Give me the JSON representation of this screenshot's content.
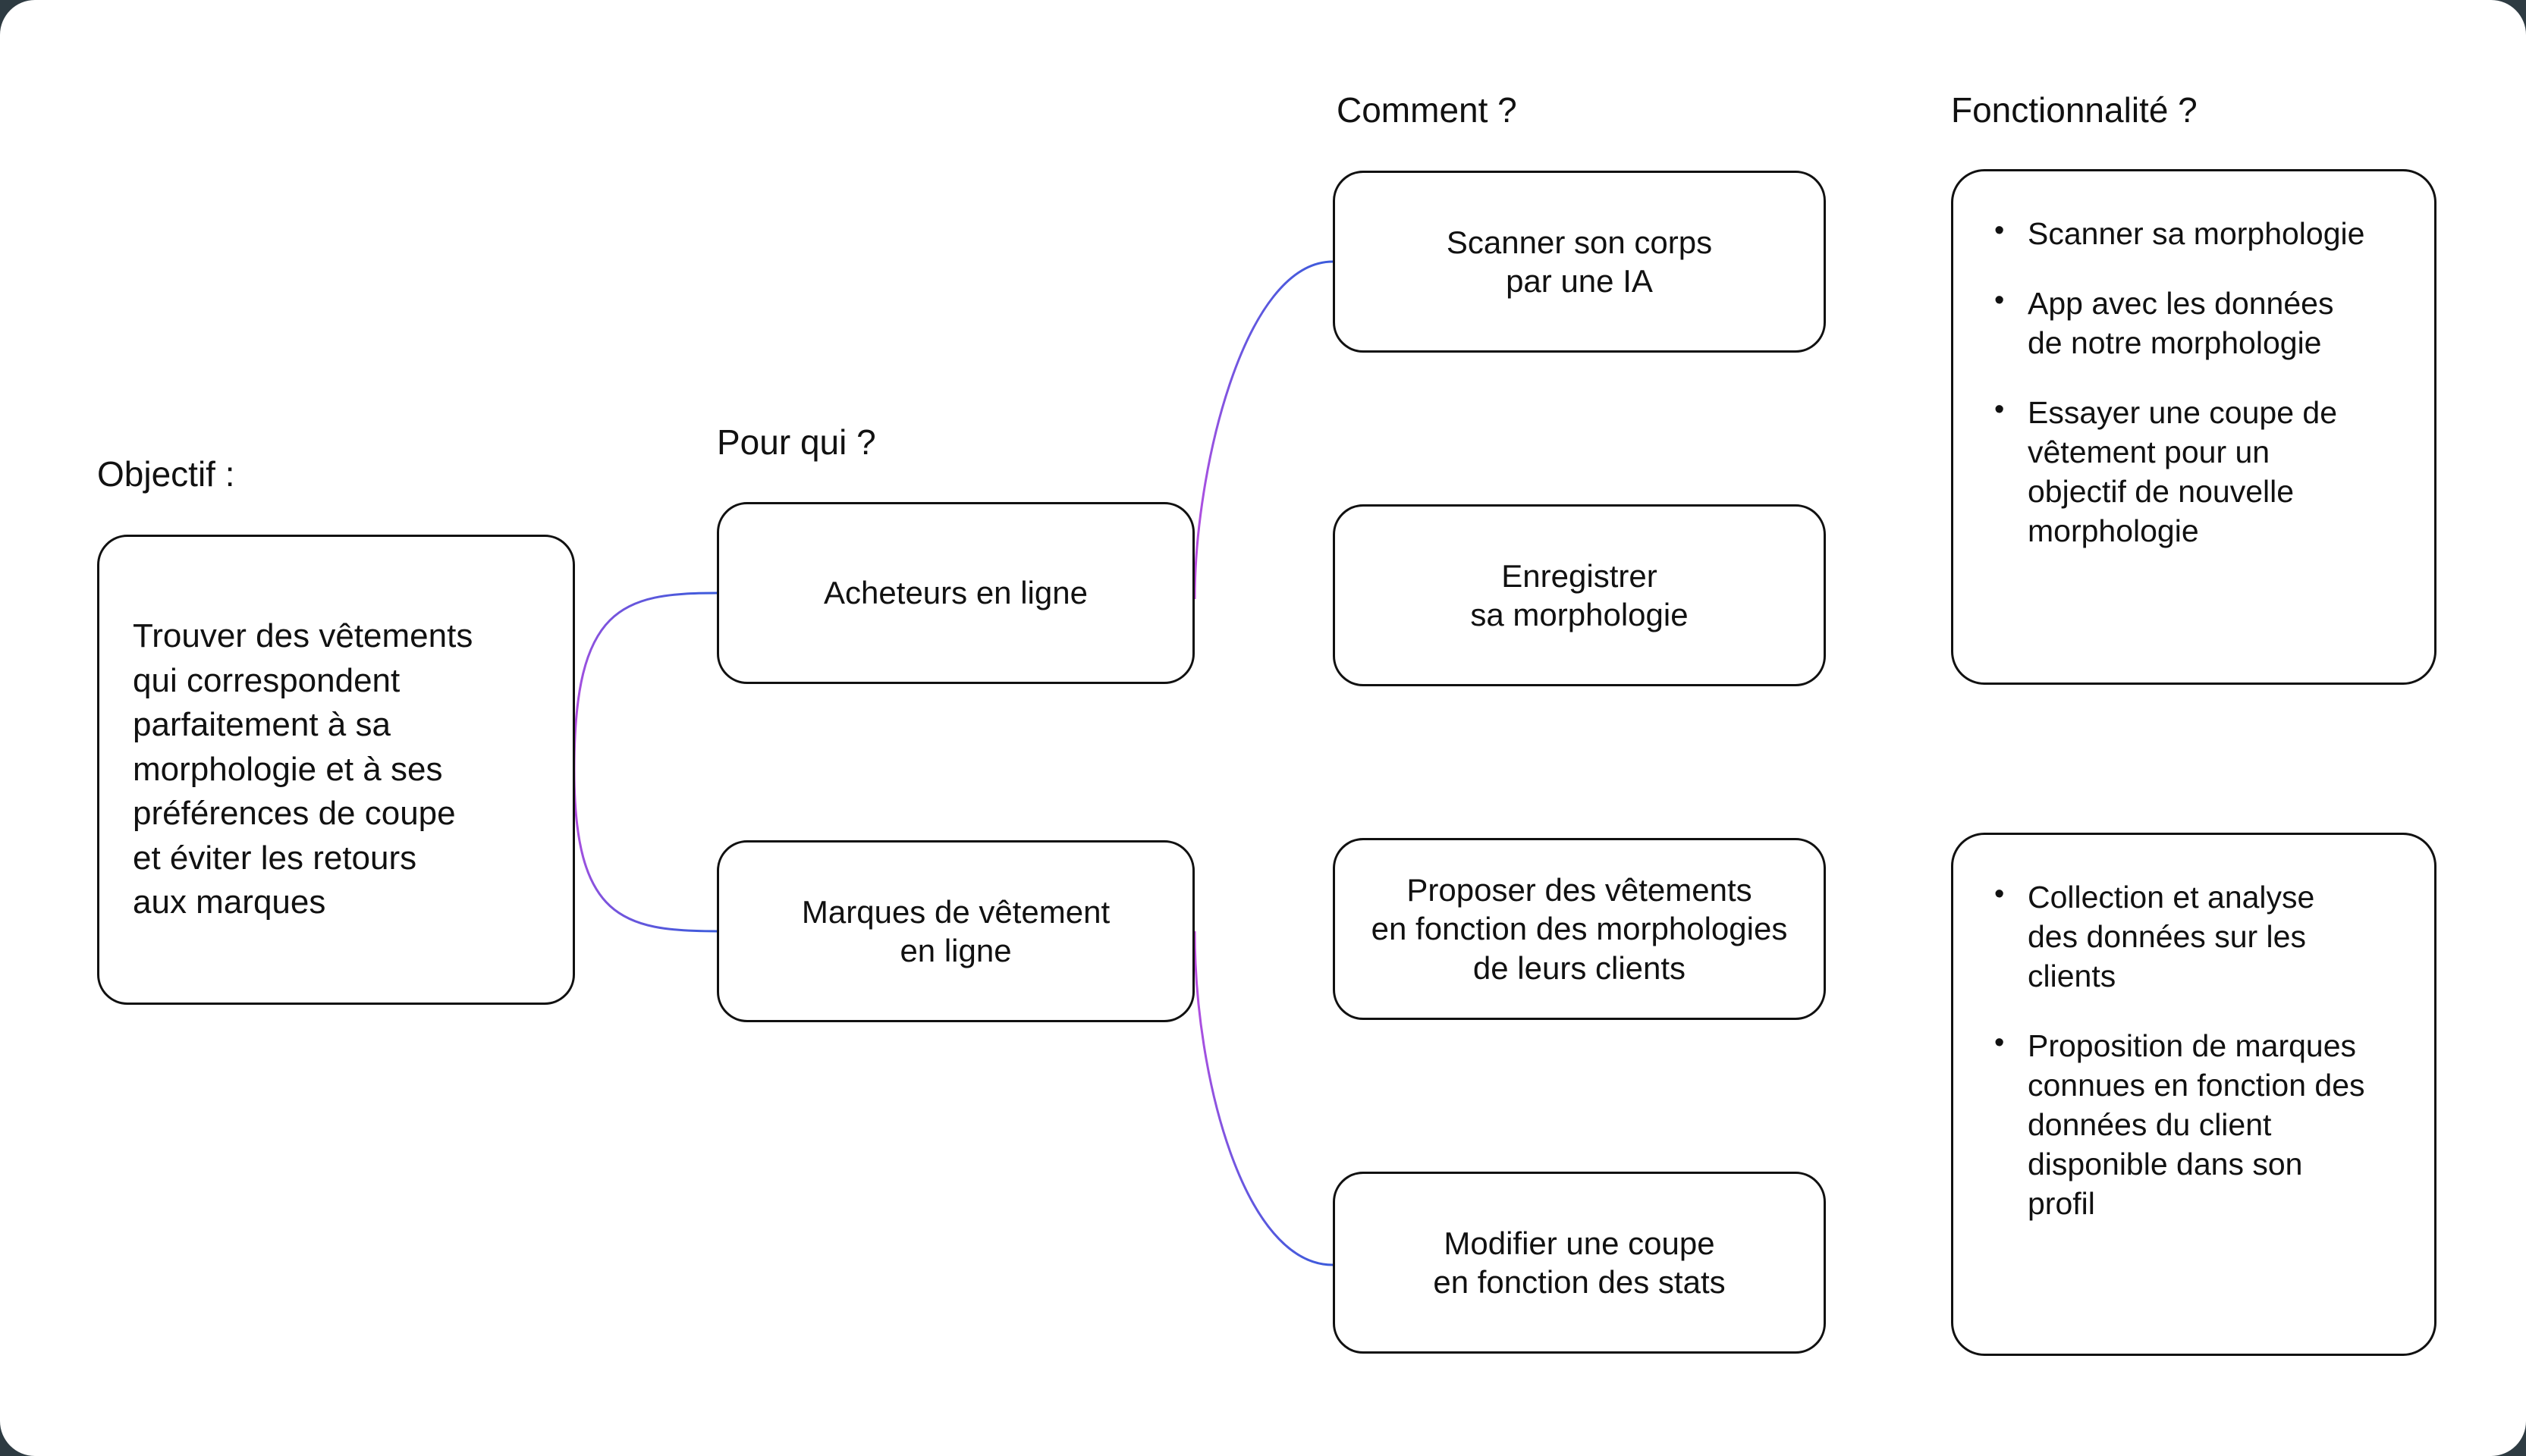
{
  "page": {
    "background_color": "#2e3b42",
    "canvas_color": "#ffffff",
    "stroke_color": "#111111",
    "edge_color_start": "#c44ce0",
    "edge_color_end": "#3b5bdb"
  },
  "columns": {
    "objective_title": "Objectif :",
    "audience_title": "Pour qui ?",
    "how_title": "Comment ?",
    "feature_title": "Fonctionnalité ?"
  },
  "nodes": {
    "objective": "Trouver des vêtements\nqui correspondent\nparfaitement à sa\nmorphologie et à ses\npréférences de coupe\net éviter les retours\naux marques",
    "audience_1": "Acheteurs en ligne",
    "audience_2": "Marques de vêtement\nen ligne",
    "how_1": "Scanner son corps\npar une IA",
    "how_2": "Enregistrer\nsa morphologie",
    "how_3": "Proposer des vêtements\nen fonction des morphologies\nde leurs clients",
    "how_4": "Modifier une coupe\nen fonction des stats"
  },
  "features": {
    "top_list": [
      "Scanner sa morphologie",
      "App avec les données\nde notre morphologie",
      "Essayer une coupe de\nvêtement pour un\nobjectif de nouvelle\nmorphologie"
    ],
    "bottom_list": [
      "Collection et analyse\ndes données sur les\nclients",
      "Proposition de marques\nconnues en fonction des\ndonnées du client\ndisponible dans son\nprofil"
    ]
  }
}
